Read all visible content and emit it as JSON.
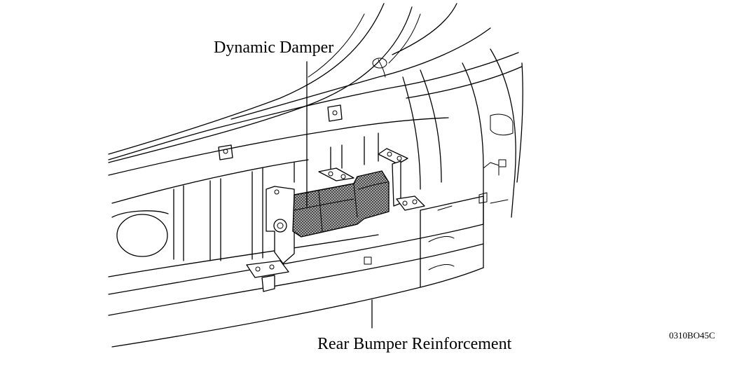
{
  "labels": {
    "damper": "Dynamic Damper",
    "bumper": "Rear Bumper Reinforcement",
    "code": "0310BO45C"
  },
  "colors": {
    "line": "#000000",
    "background": "#ffffff",
    "damper_fill": "#7a7a7a"
  }
}
